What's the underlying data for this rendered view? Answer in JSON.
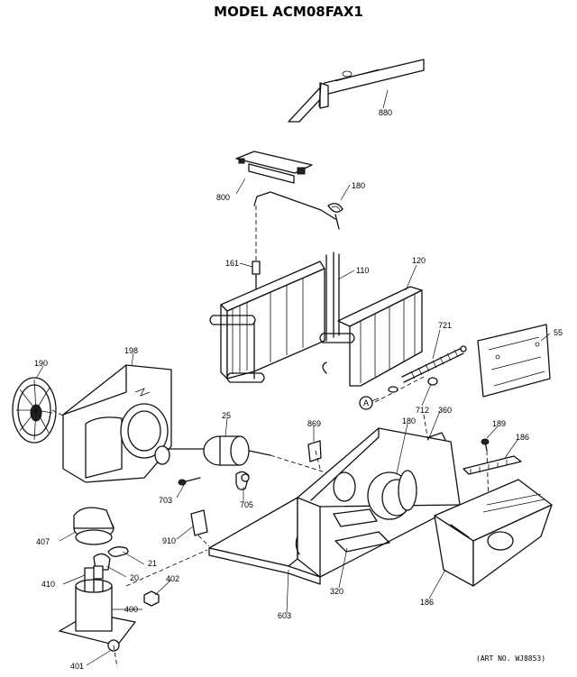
{
  "title": "MODEL ACM08FAX1",
  "art_number": "(ART NO. WJ8853)",
  "parts": [
    {
      "id": "p880",
      "label": "880"
    },
    {
      "id": "p800",
      "label": "800"
    },
    {
      "id": "p180top",
      "label": "180"
    },
    {
      "id": "p161",
      "label": "161"
    },
    {
      "id": "p110",
      "label": "110"
    },
    {
      "id": "p120",
      "label": "120"
    },
    {
      "id": "p721",
      "label": "721"
    },
    {
      "id": "p55",
      "label": "55"
    },
    {
      "id": "p190",
      "label": "190"
    },
    {
      "id": "p198",
      "label": "198"
    },
    {
      "id": "pA",
      "label": "A"
    },
    {
      "id": "p712",
      "label": "712"
    },
    {
      "id": "p360",
      "label": "360"
    },
    {
      "id": "p25",
      "label": "25"
    },
    {
      "id": "p869",
      "label": "869"
    },
    {
      "id": "p180mid",
      "label": "180"
    },
    {
      "id": "p189",
      "label": "189"
    },
    {
      "id": "p186r",
      "label": "186"
    },
    {
      "id": "p703",
      "label": "703"
    },
    {
      "id": "p705",
      "label": "705"
    },
    {
      "id": "p407",
      "label": "407"
    },
    {
      "id": "p21",
      "label": "21"
    },
    {
      "id": "p910",
      "label": "910"
    },
    {
      "id": "p20",
      "label": "20"
    },
    {
      "id": "p402",
      "label": "402"
    },
    {
      "id": "p410",
      "label": "410"
    },
    {
      "id": "p400",
      "label": "400"
    },
    {
      "id": "p320",
      "label": "320"
    },
    {
      "id": "p603",
      "label": "603"
    },
    {
      "id": "p186b",
      "label": "186"
    },
    {
      "id": "p401",
      "label": "401"
    }
  ]
}
